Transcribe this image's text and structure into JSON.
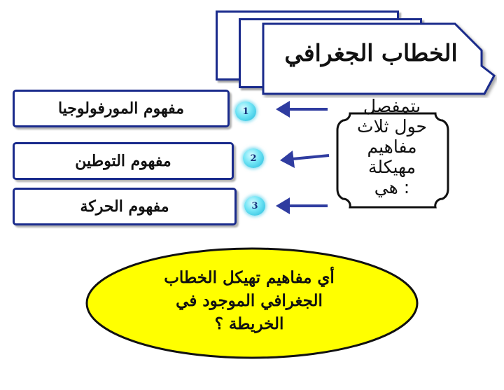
{
  "title": "الخطاب الجغرافي",
  "note": {
    "lines": [
      "يتمفصل",
      "حول ثلاث",
      "مفاهيم",
      "مهيكلة",
      ": هي"
    ]
  },
  "concepts": [
    {
      "number": "1",
      "label": "مفهوم المورفولوجيا"
    },
    {
      "number": "2",
      "label": "مفهوم التوطين"
    },
    {
      "number": "3",
      "label": "مفهوم الحركة"
    }
  ],
  "question": {
    "lines": [
      "أي مفاهيم تهيكل الخطاب",
      "الجغرافي  الموجود في",
      "الخريطة ؟"
    ]
  },
  "colors": {
    "border_blue": "#1a2b8c",
    "arrow_blue": "#2f3ca0",
    "badge_cyan": "#4fd0ea",
    "ellipse_yellow": "#ffff00"
  }
}
